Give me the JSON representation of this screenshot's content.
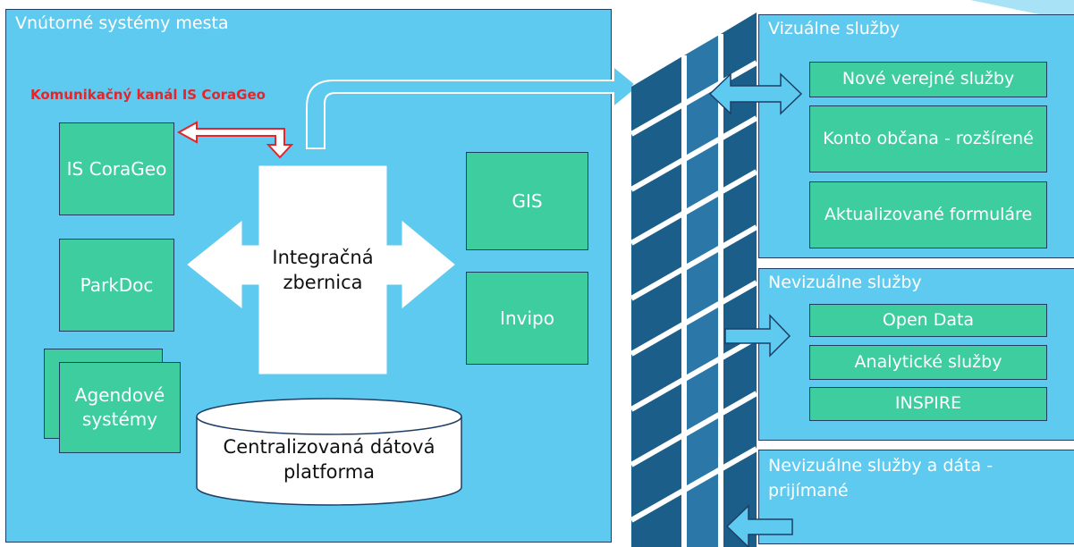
{
  "internal": {
    "title": "Vnútorné systémy mesta",
    "channel_label": "Komunikačný kanál IS CoraGeo",
    "systems": {
      "is_coraGeo": "IS CoraGeo",
      "parkdoc": "ParkDoc",
      "agendove": "Agendové systémy",
      "gis": "GIS",
      "invipo": "Invipo"
    },
    "bus": "Integračná zbernica",
    "platform": "Centralizovaná dátová platforma"
  },
  "visual": {
    "title": "Vizuálne služby",
    "items": [
      "Nové verejné služby",
      "Konto občana - rozšírené",
      "Aktualizované formuláre"
    ]
  },
  "nonvisual": {
    "title": "Nevizuálne služby",
    "items": [
      "Open Data",
      "Analytické služby",
      "INSPIRE"
    ]
  },
  "received": {
    "title": "Nevizuálne služby a dáta - prijímané"
  },
  "colors": {
    "panel": "#5ECAEF",
    "box": "#3ECD9F",
    "wall": "#1B5E8A",
    "border": "#1f3e66",
    "red": "#e8232a"
  }
}
